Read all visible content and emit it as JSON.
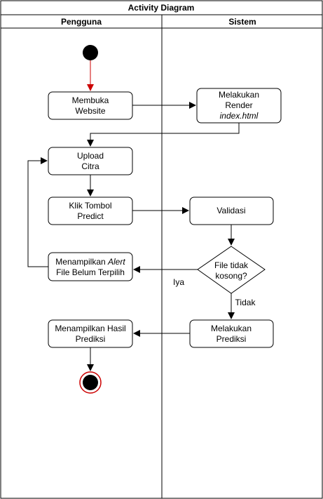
{
  "title": "Activity Diagram",
  "lanes": {
    "left": "Pengguna",
    "right": "Sistem"
  },
  "nodes": {
    "open_website": [
      "Membuka",
      "Website"
    ],
    "render": [
      "Melakukan",
      "Render",
      "index.html"
    ],
    "upload": [
      "Upload",
      "Citra"
    ],
    "click_predict": [
      "Klik Tombol",
      "Predict"
    ],
    "validate": [
      "Validasi"
    ],
    "show_alert": [
      "Menampilkan ",
      "Alert",
      "File Belum Terpilih"
    ],
    "decision": [
      "File tidak",
      "kosong?"
    ],
    "predict": [
      "Melakukan",
      "Prediksi"
    ],
    "show_result": [
      "Menampilkan Hasil",
      "Prediksi"
    ]
  },
  "edges": {
    "yes_label": "Iya",
    "no_label": "Tidak"
  },
  "colors": {
    "line": "#000000",
    "start_arrow": "#cc0000",
    "end_ring": "#cc0000"
  }
}
